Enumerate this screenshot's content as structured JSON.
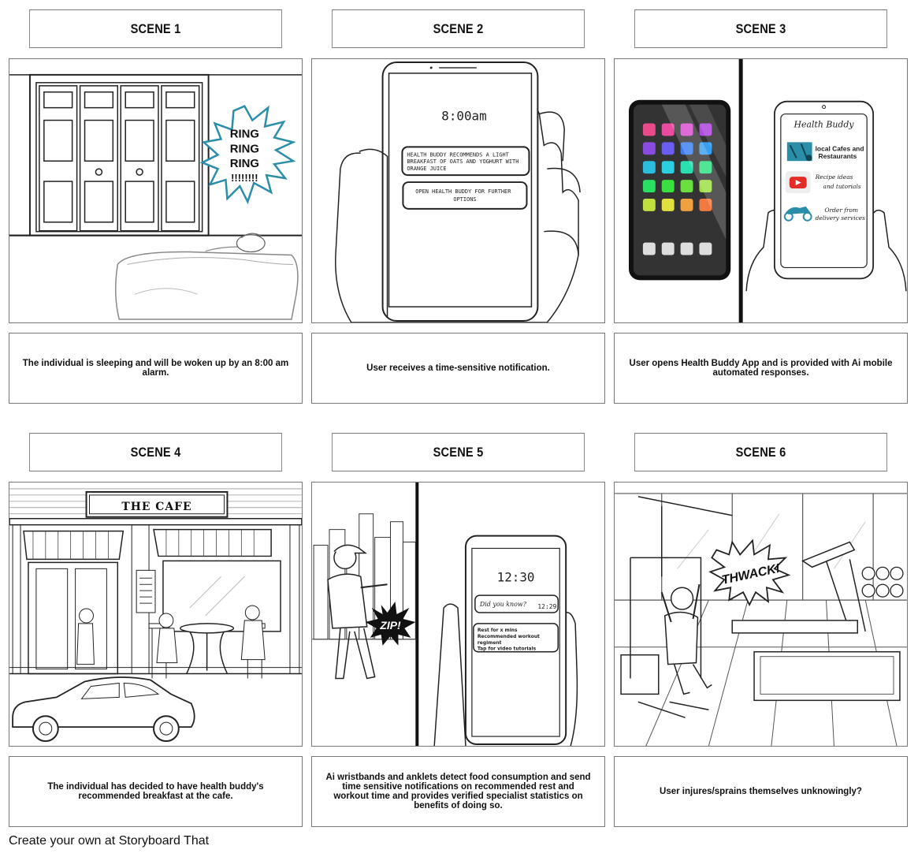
{
  "scenes": [
    {
      "title": "SCENE 1",
      "caption": "The individual is sleeping and will be woken up by an 8:00 am alarm.",
      "art": {
        "alarm": "RING\nRING\nRING\n!!!!!!!!"
      }
    },
    {
      "title": "SCENE 2",
      "caption": "User receives a time-sensitive notification.",
      "art": {
        "time": "8:00am",
        "notification": "HEALTH BUDDY RECOMMENDS A LIGHT BREAKFAST OF OATS AND YOGHURT WITH ORANGE JUICE",
        "button": "OPEN HEALTH BUDDY FOR FURTHER OPTIONS"
      }
    },
    {
      "title": "SCENE 3",
      "caption": "User opens Health Buddy App and is provided with Ai mobile automated responses.",
      "art": {
        "app_title": "Health Buddy",
        "item1": "local Cafes and Restaurants",
        "item2": "Recipe ideas and tutorials",
        "item3": "Order from delivery services"
      }
    },
    {
      "title": "SCENE 4",
      "caption": "The individual has decided to have health buddy's recommended breakfast at the cafe.",
      "art": {
        "sign": "THE CAFE"
      }
    },
    {
      "title": "SCENE 5",
      "caption": "Ai wristbands and anklets detect food consumption and send time sensitive notifications on recommended rest and workout time and provides verified specialist statistics on benefits of doing so.",
      "art": {
        "zip": "ZIP!",
        "time": "12:30",
        "msg": "Did you know?",
        "msg_time": "12:29",
        "list": [
          "Rest for x mins",
          "Recommended workout regiment",
          "Tap for video tutorials"
        ]
      }
    },
    {
      "title": "SCENE 6",
      "caption": "User injures/sprains themselves unknowingly?",
      "art": {
        "sound": "THWACK!"
      }
    }
  ],
  "footer": "Create your own at Storyboard That",
  "colors": {
    "accent": "#2a8ea8",
    "border": "#777777",
    "ink": "#111111"
  }
}
